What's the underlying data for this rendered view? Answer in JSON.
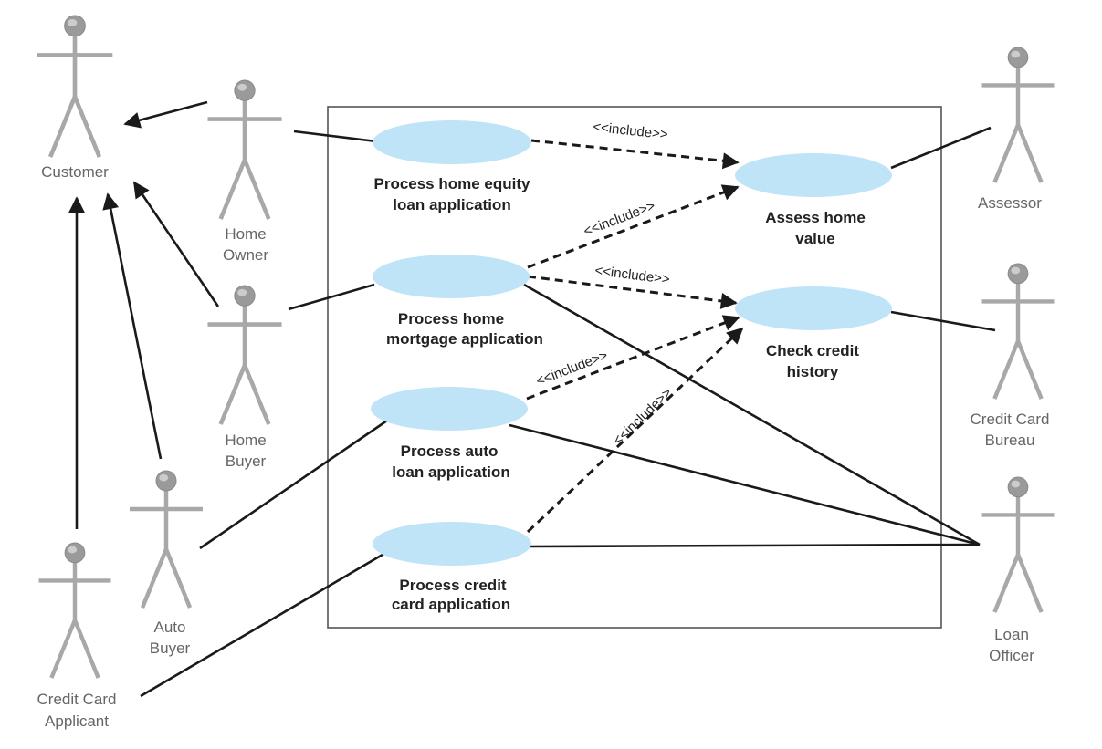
{
  "colors": {
    "actor": "#a8a8a8",
    "actor_head": "#9a9a9a",
    "use_case_fill": "#bfe3f7",
    "line": "#1a1a1a",
    "boundary": "#555555",
    "label": "#666666"
  },
  "actors": {
    "customer": [
      "Customer"
    ],
    "home_owner": [
      "Home",
      "Owner"
    ],
    "home_buyer": [
      "Home",
      "Buyer"
    ],
    "auto_buyer": [
      "Auto",
      "Buyer"
    ],
    "credit_card_applicant": [
      "Credit Card",
      "Applicant"
    ],
    "assessor": [
      "Assessor"
    ],
    "credit_card_bureau": [
      "Credit Card",
      "Bureau"
    ],
    "loan_officer": [
      "Loan",
      "Officer"
    ]
  },
  "use_cases": {
    "home_equity": [
      "Process home equity",
      "loan application"
    ],
    "mortgage": [
      "Process home",
      "mortgage application"
    ],
    "auto_loan": [
      "Process auto",
      "loan application"
    ],
    "credit_card": [
      "Process credit",
      "card application"
    ],
    "assess_home_value": [
      "Assess home",
      "value"
    ],
    "check_credit_history": [
      "Check credit",
      "history"
    ]
  },
  "stereotypes": {
    "include": "<<include>>"
  }
}
